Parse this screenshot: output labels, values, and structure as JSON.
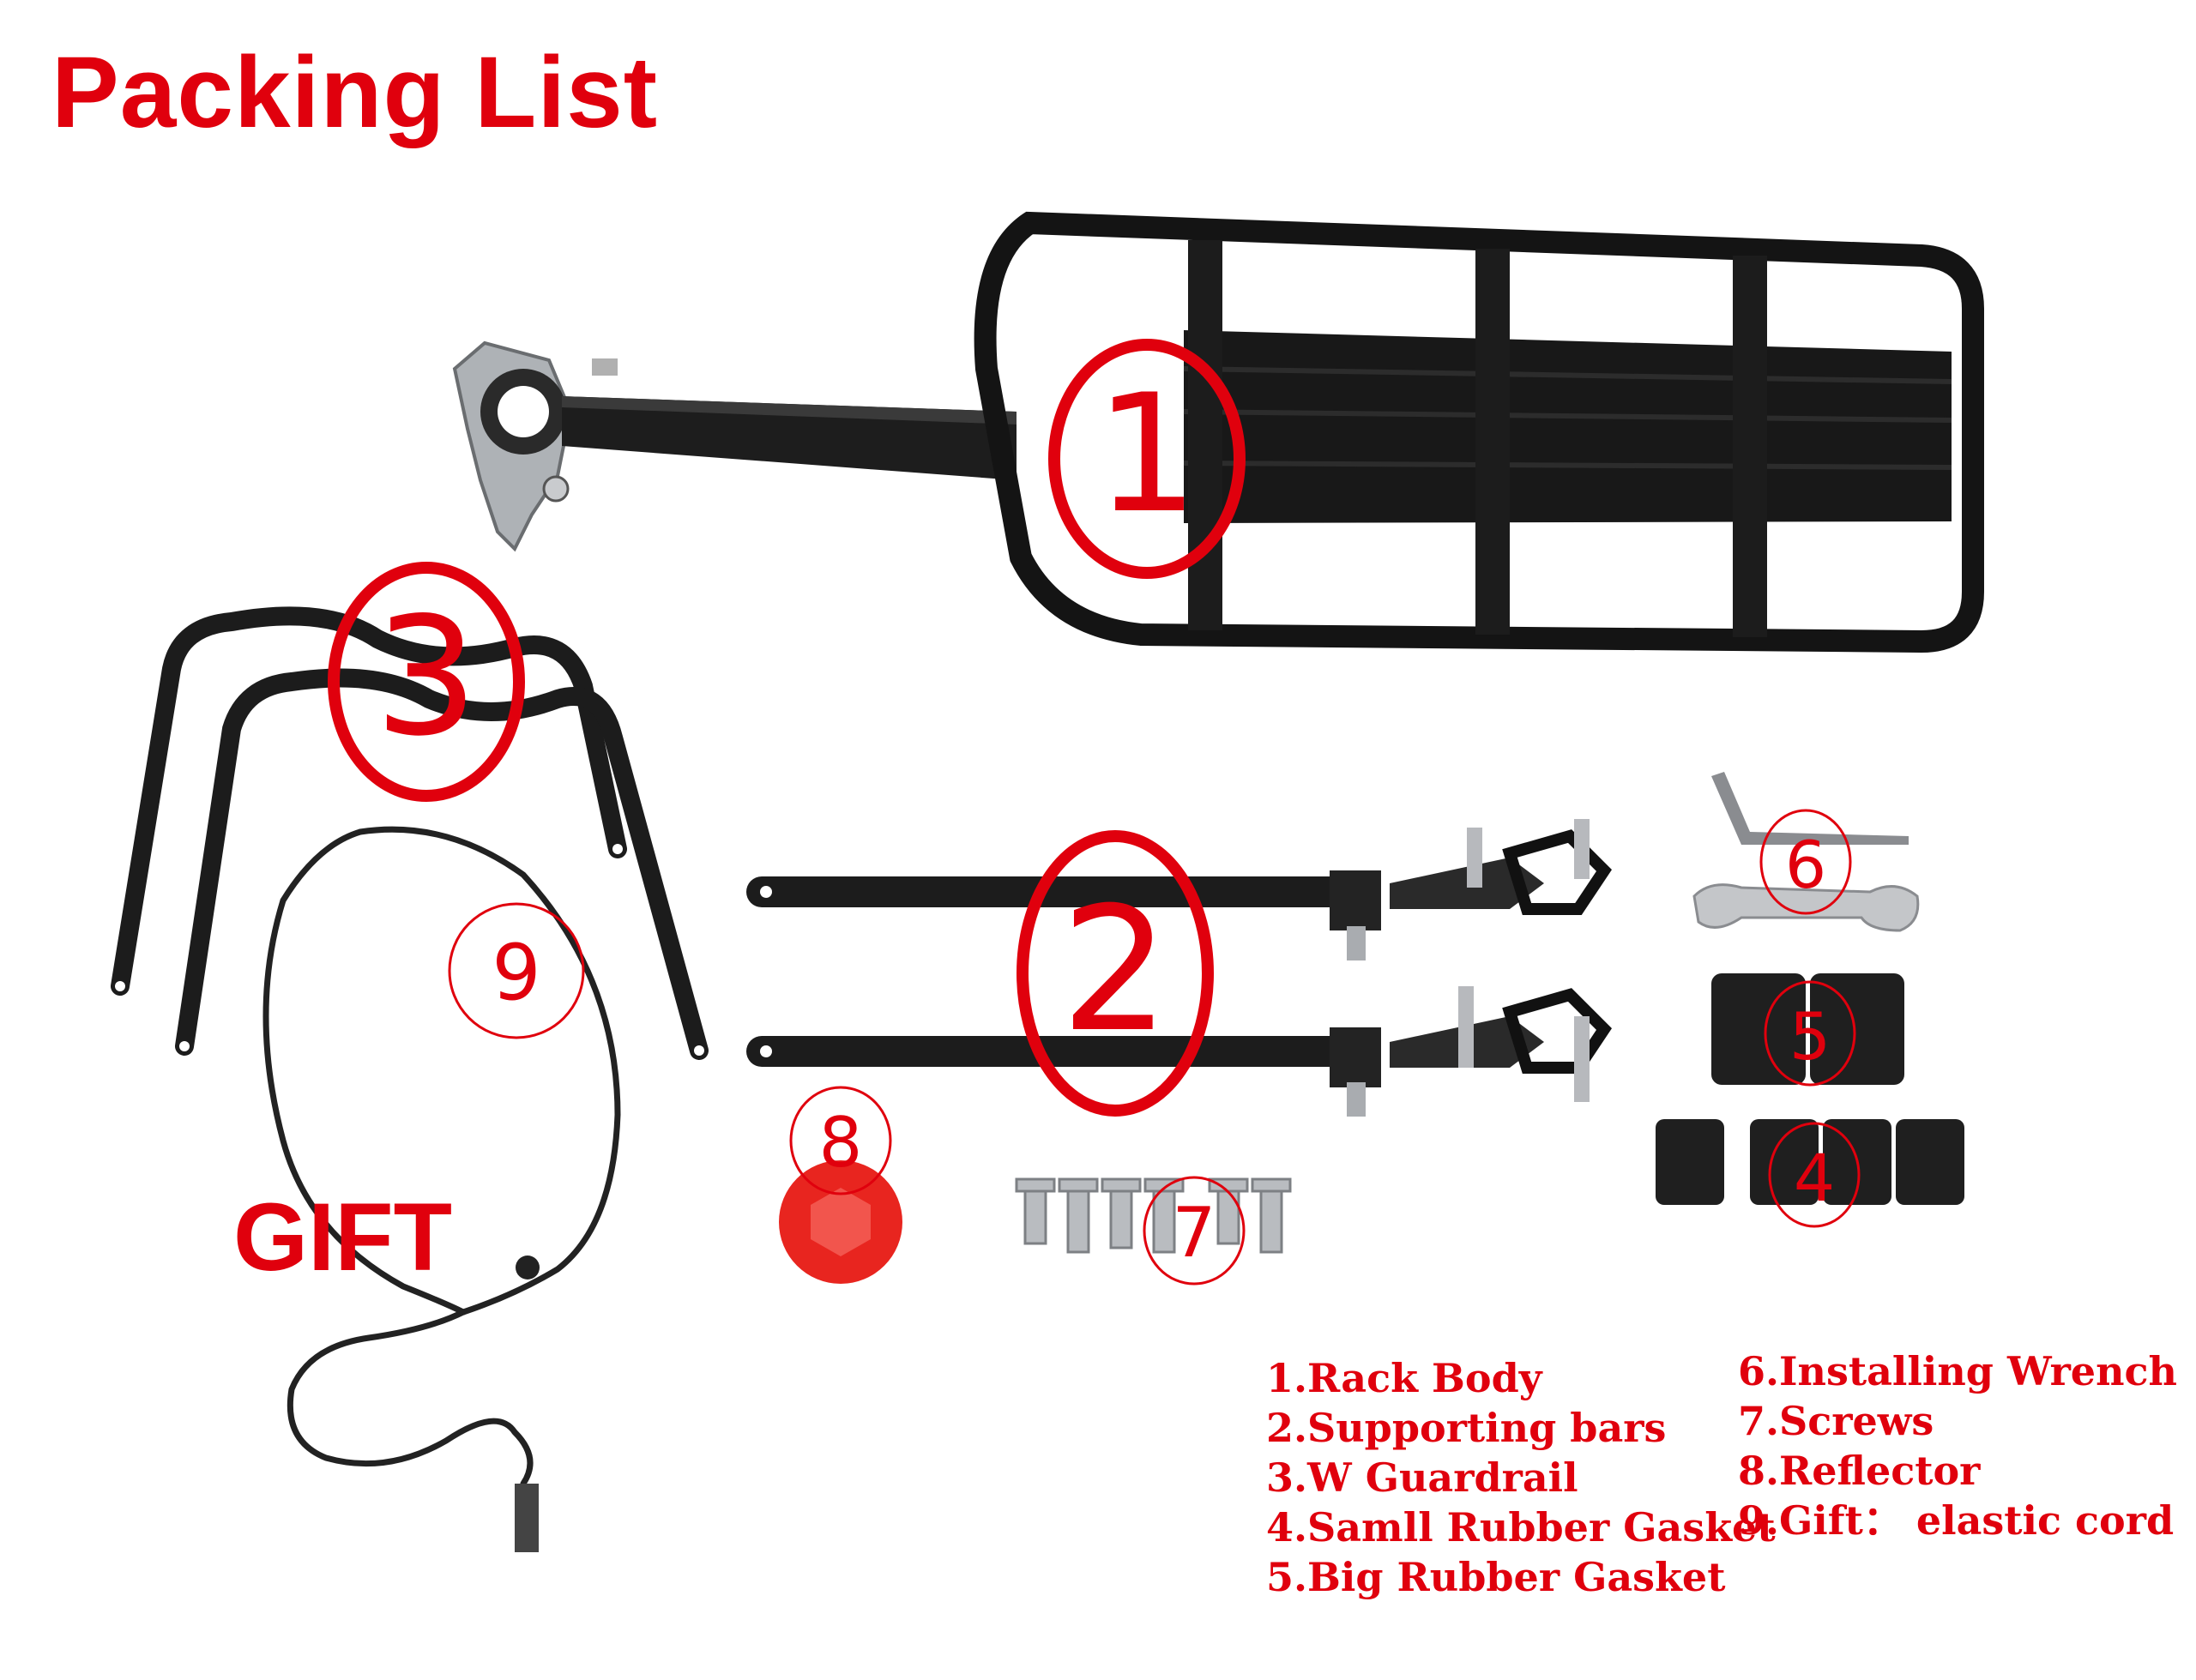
{
  "title": "Packing List",
  "gift_label": "GIFT",
  "callouts": [
    "1",
    "2",
    "3",
    "4",
    "5",
    "6",
    "7",
    "8",
    "9"
  ],
  "legend": {
    "items_left": [
      "1.Rack Body",
      "2.Supporting bars",
      "3.W Guardrail",
      "4.Samll Rubber Gasket",
      "5.Big Rubber Gasket"
    ],
    "items_right": [
      "6.Installing Wrench",
      "7.Screws",
      "8.Reflector",
      "9.Gift： elastic cord"
    ]
  },
  "colors": {
    "accent_red": "#e0000d",
    "metal_black": "#1b1b1b",
    "reflector_red": "#e8251f",
    "silver": "#b9bcc0"
  },
  "icons": [
    "rack-body-icon",
    "supporting-bar-icon",
    "w-guardrail-icon",
    "rubber-gasket-icon",
    "wrench-icon",
    "screw-icon",
    "reflector-icon",
    "elastic-cord-icon"
  ]
}
